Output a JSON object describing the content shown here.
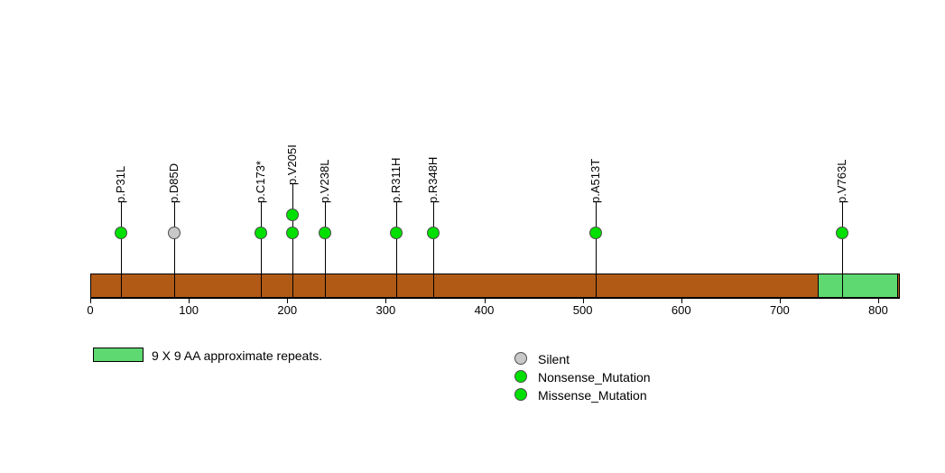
{
  "chart_data": {
    "type": "lollipop",
    "title": "",
    "xlabel": "",
    "ylabel": "",
    "xlim": [
      0,
      822
    ],
    "grid": false,
    "protein": {
      "length": 822,
      "backbone_color": "#b05a16",
      "domains": [
        {
          "name": "9 X 9 AA approximate repeats.",
          "start": 739,
          "end": 820,
          "color": "#5ed870"
        }
      ]
    },
    "axis_ticks": [
      0,
      100,
      200,
      300,
      400,
      500,
      600,
      700,
      800
    ],
    "mutations": [
      {
        "label": "p.P31L",
        "position": 31,
        "count": 1,
        "type": "Missense_Mutation",
        "color": "#00e000"
      },
      {
        "label": "p.D85D",
        "position": 85,
        "count": 1,
        "type": "Silent",
        "color": "#c8c8c8"
      },
      {
        "label": "p.C173*",
        "position": 173,
        "count": 1,
        "type": "Nonsense_Mutation",
        "color": "#00e000"
      },
      {
        "label": "p.V205I",
        "position": 205,
        "count": 2,
        "type": "Missense_Mutation",
        "color": "#00e000"
      },
      {
        "label": "p.V238L",
        "position": 238,
        "count": 1,
        "type": "Missense_Mutation",
        "color": "#00e000"
      },
      {
        "label": "p.R311H",
        "position": 311,
        "count": 1,
        "type": "Missense_Mutation",
        "color": "#00e000"
      },
      {
        "label": "p.R348H",
        "position": 348,
        "count": 1,
        "type": "Missense_Mutation",
        "color": "#00e000"
      },
      {
        "label": "p.A513T",
        "position": 513,
        "count": 1,
        "type": "Missense_Mutation",
        "color": "#00e000"
      },
      {
        "label": "p.V763L",
        "position": 763,
        "count": 1,
        "type": "Missense_Mutation",
        "color": "#00e000"
      }
    ],
    "legend_domains": [
      {
        "label": "9 X 9 AA approximate repeats.",
        "color": "#5ed870"
      }
    ],
    "legend_mutations": [
      {
        "label": "Silent",
        "color": "#c8c8c8"
      },
      {
        "label": "Nonsense_Mutation",
        "color": "#00e000"
      },
      {
        "label": "Missense_Mutation",
        "color": "#00e000"
      }
    ]
  },
  "colors": {
    "backbone": "#b05a16",
    "domain": "#5ed870",
    "silent": "#c8c8c8",
    "mutation_green": "#00e000",
    "outline": "#000000",
    "background": "#ffffff"
  }
}
